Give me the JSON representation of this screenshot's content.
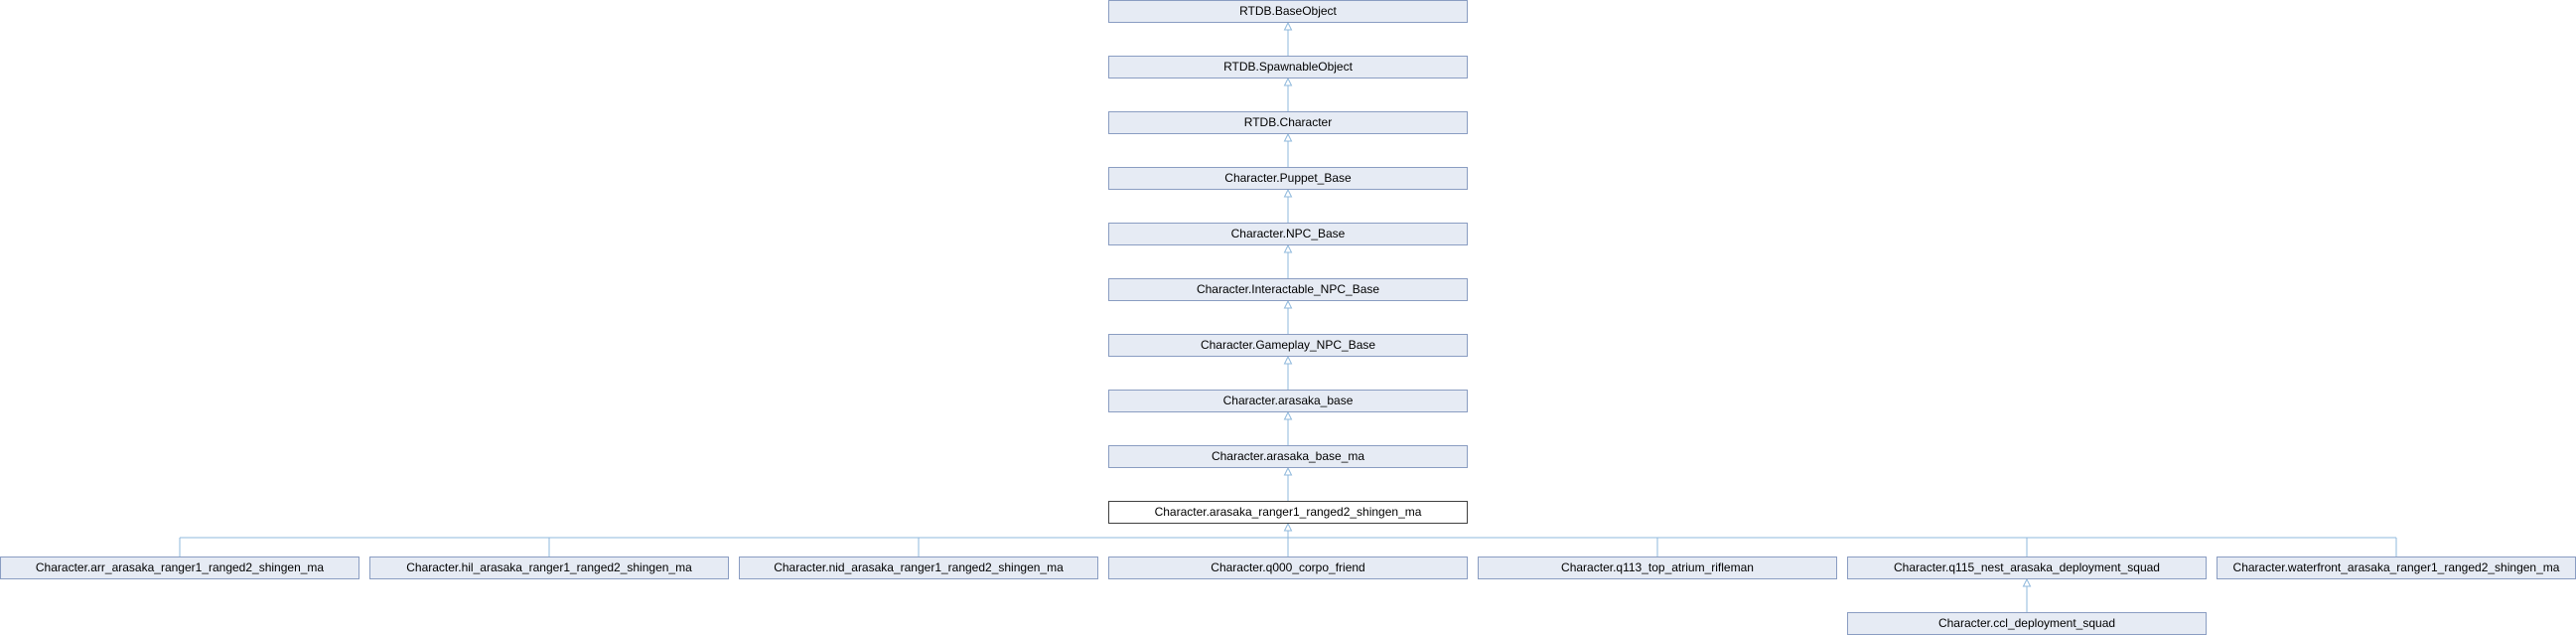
{
  "chain": [
    "RTDB.BaseObject",
    "RTDB.SpawnableObject",
    "RTDB.Character",
    "Character.Puppet_Base",
    "Character.NPC_Base",
    "Character.Interactable_NPC_Base",
    "Character.Gameplay_NPC_Base",
    "Character.arasaka_base",
    "Character.arasaka_base_ma",
    "Character.arasaka_ranger1_ranged2_shingen_ma"
  ],
  "children": [
    "Character.arr_arasaka_ranger1_ranged2_shingen_ma",
    "Character.hil_arasaka_ranger1_ranged2_shingen_ma",
    "Character.nid_arasaka_ranger1_ranged2_shingen_ma",
    "Character.q000_corpo_friend",
    "Character.q113_top_atrium_rifleman",
    "Character.q115_nest_arasaka_deployment_squad",
    "Character.waterfront_arasaka_ranger1_ranged2_shingen_ma"
  ],
  "grandchildren": [
    "Character.ccl_deployment_squad"
  ],
  "colors": {
    "node_fill": "#e6ebf4",
    "node_border": "#8a9dc2",
    "current_border": "#404040",
    "edge": "#8fb8dc"
  }
}
